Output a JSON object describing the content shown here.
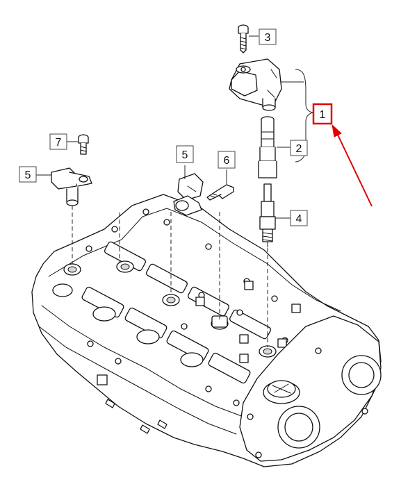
{
  "callouts": [
    {
      "id": "1",
      "label": "1",
      "highlighted": true
    },
    {
      "id": "2",
      "label": "2"
    },
    {
      "id": "3",
      "label": "3"
    },
    {
      "id": "4",
      "label": "4"
    },
    {
      "id": "5",
      "label": "5"
    },
    {
      "id": "5b",
      "label": "5"
    },
    {
      "id": "6",
      "label": "6"
    },
    {
      "id": "7",
      "label": "7"
    }
  ],
  "colors": {
    "highlight_box": "#e00000",
    "arrow": "#e00000",
    "line_art": "#111111"
  },
  "icons": {
    "arrow": "red-arrow-icon",
    "bolt": "bolt-icon",
    "ignition_coil": "ignition-coil-icon",
    "spark_plug": "spark-plug-icon",
    "sensor": "camshaft-sensor-icon"
  }
}
